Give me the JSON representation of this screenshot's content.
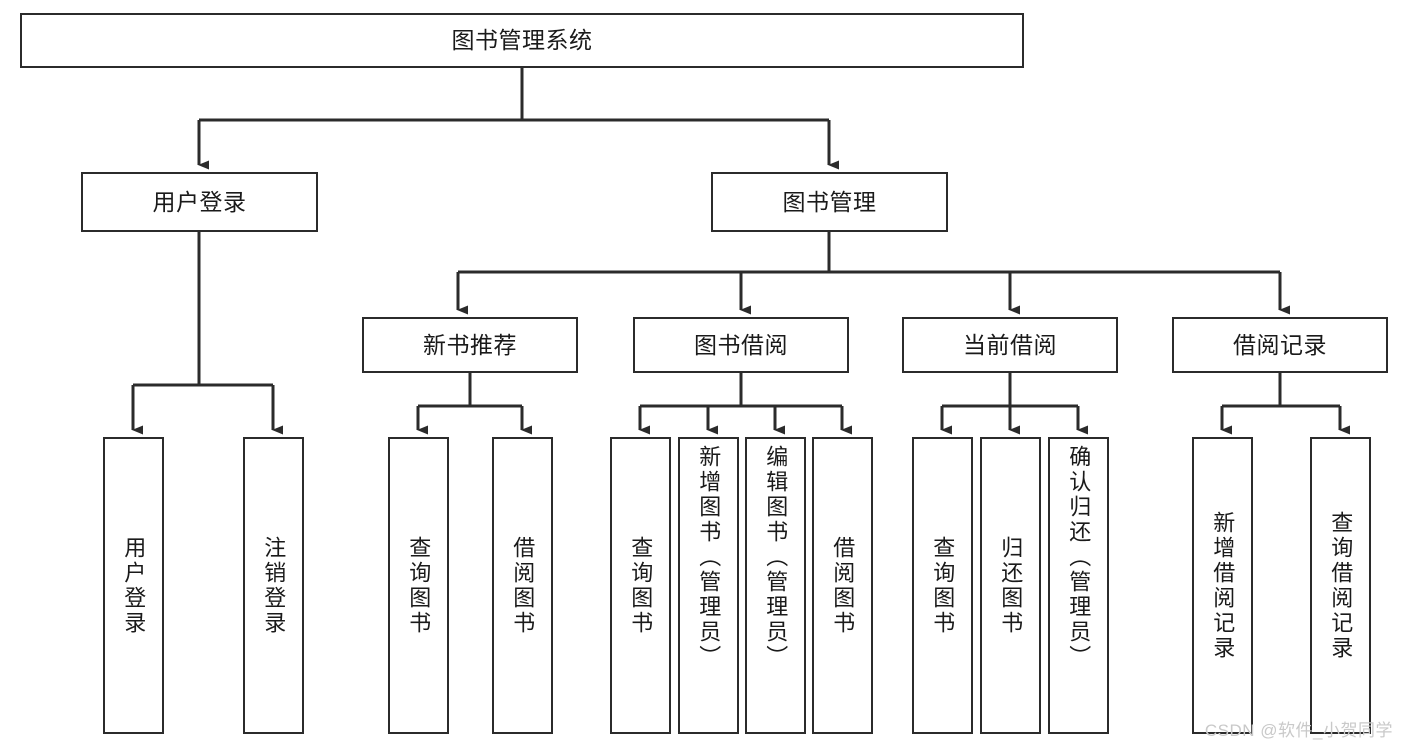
{
  "diagram": {
    "title": "图书管理系统",
    "type": "hierarchy-tree",
    "orientation": "top-down",
    "root": {
      "id": "root",
      "label": "图书管理系统",
      "orient": "horizontal"
    },
    "level2": [
      {
        "id": "user-login",
        "label": "用户登录",
        "orient": "horizontal"
      },
      {
        "id": "book-management",
        "label": "图书管理",
        "orient": "horizontal"
      }
    ],
    "level3": [
      {
        "id": "new-book-recommend",
        "label": "新书推荐",
        "orient": "horizontal",
        "parent": "book-management"
      },
      {
        "id": "book-borrow",
        "label": "图书借阅",
        "orient": "horizontal",
        "parent": "book-management"
      },
      {
        "id": "current-borrow",
        "label": "当前借阅",
        "orient": "horizontal",
        "parent": "book-management"
      },
      {
        "id": "borrow-record",
        "label": "借阅记录",
        "orient": "horizontal",
        "parent": "book-management"
      }
    ],
    "leaves": [
      {
        "id": "leaf-user-login",
        "label": "用户登录",
        "parent": "user-login"
      },
      {
        "id": "leaf-logout-login",
        "label": "注销登录",
        "parent": "user-login"
      },
      {
        "id": "leaf-query-book-1",
        "label": "查询图书",
        "parent": "new-book-recommend"
      },
      {
        "id": "leaf-borrow-book-1",
        "label": "借阅图书",
        "parent": "new-book-recommend"
      },
      {
        "id": "leaf-query-book-2",
        "label": "查询图书",
        "parent": "book-borrow"
      },
      {
        "id": "leaf-add-book",
        "label": "新增图书（管理员）",
        "parent": "book-borrow"
      },
      {
        "id": "leaf-edit-book",
        "label": "编辑图书（管理员）",
        "parent": "book-borrow"
      },
      {
        "id": "leaf-borrow-book-2",
        "label": "借阅图书",
        "parent": "book-borrow"
      },
      {
        "id": "leaf-query-book-3",
        "label": "查询图书",
        "parent": "current-borrow"
      },
      {
        "id": "leaf-return-book",
        "label": "归还图书",
        "parent": "current-borrow"
      },
      {
        "id": "leaf-confirm-return",
        "label": "确认归还（管理员）",
        "parent": "current-borrow"
      },
      {
        "id": "leaf-add-record",
        "label": "新增借阅记录",
        "parent": "borrow-record"
      },
      {
        "id": "leaf-query-record",
        "label": "查询借阅记录",
        "parent": "borrow-record"
      }
    ],
    "colors": {
      "stroke": "#2b2b2b",
      "fill": "#ffffff",
      "text": "#1a1a1a",
      "watermark": "#c9c9c9"
    }
  },
  "watermark": {
    "text": "CSDN @软件_小贺同学"
  }
}
